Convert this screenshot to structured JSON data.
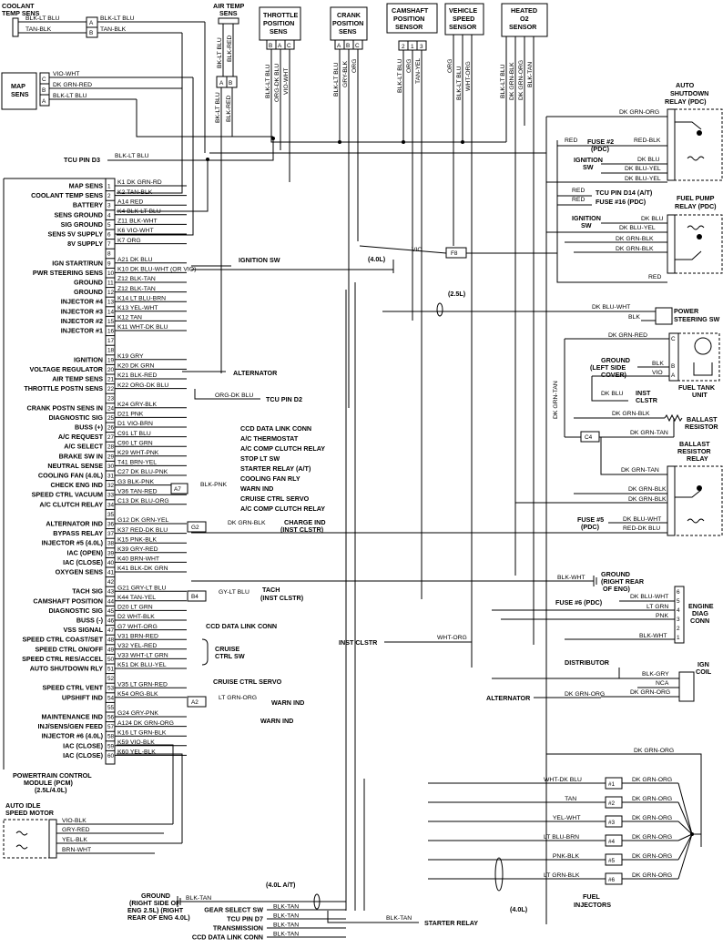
{
  "sensors": {
    "coolant": {
      "title": [
        "COOLANT",
        "TEMP SENS"
      ],
      "wires": [
        "BLK-LT BLU",
        "TAN-BLK"
      ],
      "pins": [
        "A",
        "B"
      ]
    },
    "air_temp": {
      "title": [
        "AIR TEMP",
        "SENS"
      ],
      "wires": [
        "BK-LT BLU",
        "BLK-RED"
      ],
      "pins": [
        "A",
        "B"
      ]
    },
    "throttle": {
      "title": [
        "THROTTLE",
        "POSITION",
        "SENS"
      ],
      "wires": [
        "BLK-LT BLU",
        "ORG-DK BLU",
        "VIO-WHT"
      ],
      "pins": [
        "B",
        "A",
        "C"
      ]
    },
    "crank": {
      "title": [
        "CRANK",
        "POSITION",
        "SENS"
      ],
      "wires": [
        "BLK-LT BLU",
        "GRY-BLK",
        "ORG"
      ],
      "pins": [
        "A",
        "B",
        "C"
      ]
    },
    "camshaft": {
      "title": [
        "CAMSHAFT",
        "POSITION",
        "SENSOR"
      ],
      "wires": [
        "BLK-LT BLU",
        "ORG",
        "TAN-YEL"
      ],
      "pins": [
        "2",
        "1",
        "3"
      ]
    },
    "vss": {
      "title": [
        "VEHICLE",
        "SPEED",
        "SENSOR"
      ],
      "wires": [
        "ORG",
        "BLK-LT BLU",
        "WHT-ORG"
      ]
    },
    "o2": {
      "title": [
        "HEATED",
        "O2",
        "SENSOR"
      ],
      "wires": [
        "BLK-LT BLU",
        "DK GRN-BLK",
        "DK GRN-ORG",
        "BLK-TAN"
      ]
    },
    "map": {
      "title": [
        "MAP",
        "SENS"
      ],
      "wires": [
        "VIO-WHT",
        "DK GRN-RED",
        "BLK-LT BLU"
      ],
      "pins": [
        "C",
        "B",
        "A"
      ]
    }
  },
  "pcm": {
    "title": [
      "POWERTRAIN CONTROL",
      "MODULE (PCM)",
      "(2.5L/4.0L)"
    ],
    "tcu_pin_d3": "TCU PIN D3",
    "tcu_wire": "BLK-LT BLU",
    "pins": [
      {
        "n": "1",
        "label": "MAP SENS",
        "wire": "K1 DK GRN-RD"
      },
      {
        "n": "2",
        "label": "COOLANT TEMP SENS",
        "wire": "K2 TAN-BLK"
      },
      {
        "n": "3",
        "label": "BATTERY",
        "wire": "A14 RED"
      },
      {
        "n": "4",
        "label": "SENS GROUND",
        "wire": "K4 BLK-LT BLU"
      },
      {
        "n": "5",
        "label": "SIG GROUND",
        "wire": "Z11 BLK-WHT"
      },
      {
        "n": "6",
        "label": "SENS 5V SUPPLY",
        "wire": "K6 VIO-WHT"
      },
      {
        "n": "7",
        "label": "8V SUPPLY",
        "wire": "K7 ORG"
      },
      {
        "n": "8",
        "label": "",
        "wire": ""
      },
      {
        "n": "9",
        "label": "IGN START/RUN",
        "wire": "A21 DK BLU"
      },
      {
        "n": "10",
        "label": "PWR STEERING SENS",
        "wire": "K10 DK BLU-WHT (OR VIO)"
      },
      {
        "n": "11",
        "label": "GROUND",
        "wire": "Z12 BLK-TAN"
      },
      {
        "n": "12",
        "label": "GROUND",
        "wire": "Z12 BLK-TAN"
      },
      {
        "n": "13",
        "label": "INJECTOR #4",
        "wire": "K14 LT BLU-BRN"
      },
      {
        "n": "14",
        "label": "INJECTOR #3",
        "wire": "K13 YEL-WHT"
      },
      {
        "n": "15",
        "label": "INJECTOR #2",
        "wire": "K12 TAN"
      },
      {
        "n": "16",
        "label": "INJECTOR #1",
        "wire": "K11 WHT-DK BLU"
      },
      {
        "n": "17",
        "label": "",
        "wire": ""
      },
      {
        "n": "18",
        "label": "",
        "wire": ""
      },
      {
        "n": "19",
        "label": "IGNITION",
        "wire": "K19 GRY"
      },
      {
        "n": "20",
        "label": "VOLTAGE REGULATOR",
        "wire": "K20 DK GRN"
      },
      {
        "n": "21",
        "label": "AIR TEMP SENS",
        "wire": "K21 BLK-RED"
      },
      {
        "n": "22",
        "label": "THROTTLE POSTN SENS",
        "wire": "K22 ORG-DK BLU"
      },
      {
        "n": "23",
        "label": "",
        "wire": ""
      },
      {
        "n": "24",
        "label": "CRANK POSTN SENS IN",
        "wire": "K24 GRY-BLK"
      },
      {
        "n": "25",
        "label": "DIAGNOSTIC SIG",
        "wire": "D21 PNK"
      },
      {
        "n": "26",
        "label": "BUSS (+)",
        "wire": "D1 VIO-BRN"
      },
      {
        "n": "27",
        "label": "A/C REQUEST",
        "wire": "C91 LT BLU"
      },
      {
        "n": "28",
        "label": "A/C SELECT",
        "wire": "C90 LT GRN"
      },
      {
        "n": "29",
        "label": "BRAKE SW IN",
        "wire": "K29 WHT-PNK"
      },
      {
        "n": "30",
        "label": "NEUTRAL SENSE",
        "wire": "T41 BRN-YEL"
      },
      {
        "n": "31",
        "label": "COOLING FAN (4.0L)",
        "wire": "C27 DK BLU-PNK"
      },
      {
        "n": "32",
        "label": "CHECK ENG IND",
        "wire": "G3 BLK-PNK"
      },
      {
        "n": "33",
        "label": "SPEED CTRL VACUUM",
        "wire": "V36 TAN-RED"
      },
      {
        "n": "34",
        "label": "A/C CLUTCH RELAY",
        "wire": "C13 DK BLU-ORG"
      },
      {
        "n": "35",
        "label": "",
        "wire": ""
      },
      {
        "n": "36",
        "label": "ALTERNATOR IND",
        "wire": "G12 DK GRN-YEL"
      },
      {
        "n": "37",
        "label": "BYPASS RELAY",
        "wire": "K37 RED-DK BLU"
      },
      {
        "n": "38",
        "label": "INJECTOR #5 (4.0L)",
        "wire": "K15 PNK-BLK"
      },
      {
        "n": "39",
        "label": "IAC (OPEN)",
        "wire": "K39 GRY-RED"
      },
      {
        "n": "40",
        "label": "IAC (CLOSE)",
        "wire": "K40 BRN-WHT"
      },
      {
        "n": "41",
        "label": "OXYGEN SENS",
        "wire": "K41 BLK-DK GRN"
      },
      {
        "n": "42",
        "label": "",
        "wire": ""
      },
      {
        "n": "43",
        "label": "TACH SIG",
        "wire": "G21 GRY-LT BLU"
      },
      {
        "n": "44",
        "label": "CAMSHAFT POSITION",
        "wire": "K44 TAN-YEL"
      },
      {
        "n": "45",
        "label": "DIAGNOSTIC SIG",
        "wire": "D20 LT GRN"
      },
      {
        "n": "46",
        "label": "BUSS (-)",
        "wire": "D2 WHT-BLK"
      },
      {
        "n": "47",
        "label": "VSS SIGNAL",
        "wire": "G7 WHT-ORG"
      },
      {
        "n": "48",
        "label": "SPEED CTRL COAST/SET",
        "wire": "V31 BRN-RED"
      },
      {
        "n": "49",
        "label": "SPEED CTRL ON/OFF",
        "wire": "V32 YEL-RED"
      },
      {
        "n": "50",
        "label": "SPEED CTRL RES/ACCEL",
        "wire": "V33 WHT-LT GRN"
      },
      {
        "n": "51",
        "label": "AUTO SHUTDOWN RLY",
        "wire": "K51 DK BLU-YEL"
      },
      {
        "n": "52",
        "label": "",
        "wire": ""
      },
      {
        "n": "53",
        "label": "SPEED CTRL VENT",
        "wire": "V35 LT GRN-RED"
      },
      {
        "n": "54",
        "label": "UPSHIFT IND",
        "wire": "K54 ORG-BLK"
      },
      {
        "n": "55",
        "label": "",
        "wire": ""
      },
      {
        "n": "56",
        "label": "MAINTENANCE IND",
        "wire": "G24 GRY-PNK"
      },
      {
        "n": "57",
        "label": "INJ/SENS/GEN FEED",
        "wire": "A124 DK GRN-ORG"
      },
      {
        "n": "58",
        "label": "INJECTOR #6 (4.0L)",
        "wire": "K16 LT GRN-BLK"
      },
      {
        "n": "59",
        "label": "IAC (CLOSE)",
        "wire": "K59 VIO-BLK"
      },
      {
        "n": "60",
        "label": "IAC (CLOSE)",
        "wire": "K60 YEL-BLK"
      }
    ]
  },
  "pcm_dests": {
    "ign_sw": "IGNITION SW",
    "alternator": "ALTERNATOR",
    "tcu_d2": "TCU PIN D2",
    "tcu_d2_wire": "ORG-DK BLU",
    "ccd_conn": "CCD DATA LINK CONN",
    "ac_thermostat": "A/C THERMOSTAT",
    "ac_comp_relay": "A/C COMP CLUTCH RELAY",
    "stop_lt_sw": "STOP LT SW",
    "starter_relay_at": "STARTER RELAY (A/T)",
    "cooling_fan_relay": "COOLING FAN RLY",
    "warn_ind": "WARN IND",
    "cruise_servo": "CRUISE CTRL SERVO",
    "ac_clutch_relay": "A/C COMP CLUTCH RELAY",
    "a7": "A7",
    "a7_wire": "BLK-PNK",
    "g2": "G2",
    "g2_wire": "DK GRN-BLK",
    "charge_ind": [
      "CHARGE IND",
      "(INST CLSTR)"
    ],
    "b4": "B4",
    "b4_wire": "GY-LT BLU",
    "tach": [
      "TACH",
      "(INST CLSTR)"
    ],
    "ccd_conn2": "CCD DATA LINK CONN",
    "inst_clstr": "INST CLSTR",
    "inst_clstr_wire": "WHT-ORG",
    "cruise_sw": [
      "CRUISE",
      "CTRL SW"
    ],
    "cruise_servo2": "CRUISE CTRL SERVO",
    "a2": "A2",
    "a2_wire": "LT GRN-ORG",
    "warn_ind2": "WARN IND",
    "warn_ind3": "WARN IND"
  },
  "relays": {
    "asd": {
      "title": [
        "AUTO",
        "SHUTDOWN",
        "RELAY (PDC)"
      ],
      "wire": "DK GRN-ORG"
    },
    "fuse2": {
      "label": [
        "FUSE #2",
        "(PDC)"
      ],
      "wire_in": "RED",
      "wire_out": "RED-BLK"
    },
    "ign_sw1": {
      "label": [
        "IGNITION",
        "SW"
      ],
      "wires": [
        "DK BLU",
        "DK BLU-YEL",
        "DK BLU-YEL"
      ]
    },
    "tcu_d14": {
      "label": "TCU PIN D14 (A/T)",
      "wire": "RED"
    },
    "fuse16": {
      "label": "FUSE #16 (PDC)",
      "wire": "RED"
    },
    "fpr": {
      "title": [
        "FUEL PUMP",
        "RELAY (PDC)"
      ],
      "wires": [
        "DK BLU",
        "DK BLU-YEL",
        "DK GRN-BLK",
        "DK GRN-BLK",
        "RED"
      ]
    },
    "ign_sw2": {
      "label": [
        "IGNITION",
        "SW"
      ]
    },
    "f8": {
      "label": "F8",
      "wire": "VIO",
      "note": "(4.0L)"
    },
    "note_25l": "(2.5L)",
    "ps_sw": {
      "title": [
        "POWER",
        "STEERING SW"
      ],
      "wires": [
        "DK BLU-WHT",
        "BLK"
      ]
    },
    "fuel_tank": {
      "title": [
        "FUEL TANK",
        "UNIT"
      ],
      "ground": [
        "GROUND",
        "(LEFT SIDE",
        "COVER)"
      ],
      "wires": [
        "DK GRN-RED",
        "BLK",
        "VIO",
        "DK BLU"
      ],
      "inst": [
        "INST",
        "CLSTR"
      ],
      "pins": [
        "C",
        "B",
        "A"
      ]
    },
    "ballast": {
      "title": [
        "BALLAST",
        "RESISTOR"
      ],
      "wires": [
        "DK GRN-BLK",
        "DK GRN-TAN"
      ],
      "c4": "C4",
      "vert_wire": "DK GRN-TAN"
    },
    "brr": {
      "title": [
        "BALLAST",
        "RESISTOR",
        "RELAY"
      ],
      "wires": [
        "DK GRN-TAN",
        "DK GRN-BLK",
        "DK GRN-BLK",
        "DK BLU-WHT",
        "RED-DK BLU"
      ],
      "fuse": [
        "FUSE #5",
        "(PDC)"
      ]
    },
    "gnd_rear": {
      "label": [
        "GROUND",
        "(RIGHT REAR",
        "OF ENG)"
      ],
      "wire": "BLK-WHT"
    },
    "diag": {
      "title": [
        "ENGINE",
        "DIAG",
        "CONN"
      ],
      "wires": [
        "DK BLU-WHT",
        "LT GRN",
        "PNK",
        "BLK-WHT"
      ],
      "fuse": "FUSE #6 (PDC)"
    },
    "distributor": {
      "label": "DISTRIBUTOR",
      "wires": [
        "BLK-GRY",
        "NCA",
        "DK GRN-ORG"
      ],
      "alt": "ALTERNATOR",
      "alt_wire": "DK GRN-ORG"
    },
    "ign_coil": {
      "title": [
        "IGN",
        "COIL"
      ]
    },
    "injectors": {
      "title": [
        "FUEL",
        "INJECTORS"
      ],
      "items": [
        {
          "n": "#1",
          "in": "WHT-DK BLU",
          "out": "DK GRN-ORG"
        },
        {
          "n": "#2",
          "in": "TAN",
          "out": "DK GRN-ORG"
        },
        {
          "n": "#3",
          "in": "YEL-WHT",
          "out": "DK GRN-ORG"
        },
        {
          "n": "#4",
          "in": "LT BLU-BRN",
          "out": "DK GRN-ORG"
        },
        {
          "n": "#5",
          "in": "PNK-BLK",
          "out": "DK GRN-ORG"
        },
        {
          "n": "#6",
          "in": "LT GRN-BLK",
          "out": "DK GRN-ORG"
        }
      ],
      "top_wire": "DK GRN-ORG",
      "note": "(4.0L)"
    },
    "o2_vert": "DK GRN-TAN"
  },
  "iac_motor": {
    "title": [
      "AUTO IDLE",
      "SPEED MOTOR"
    ],
    "wires": [
      "VIO-BLK",
      "GRY-RED",
      "YEL-BLK",
      "BRN-WHT"
    ]
  },
  "bottom": {
    "ground": [
      "GROUND",
      "(RIGHT SIDE OF",
      "ENG 2.5L) (RIGHT",
      "REAR OF ENG 4.0L)"
    ],
    "ground_wire": "BLK-TAN",
    "note_40at": "(4.0L A/T)",
    "items": [
      {
        "label": "GEAR SELECT SW",
        "wire": "BLK-TAN"
      },
      {
        "label": "TCU PIN D7",
        "wire": "BLK-TAN"
      },
      {
        "label": "TRANSMISSION",
        "wire": "BLK-TAN"
      },
      {
        "label": "CCD DATA LINK CONN",
        "wire": "BLK-TAN"
      }
    ],
    "starter": "STARTER RELAY",
    "starter_wire": "BLK-TAN"
  }
}
